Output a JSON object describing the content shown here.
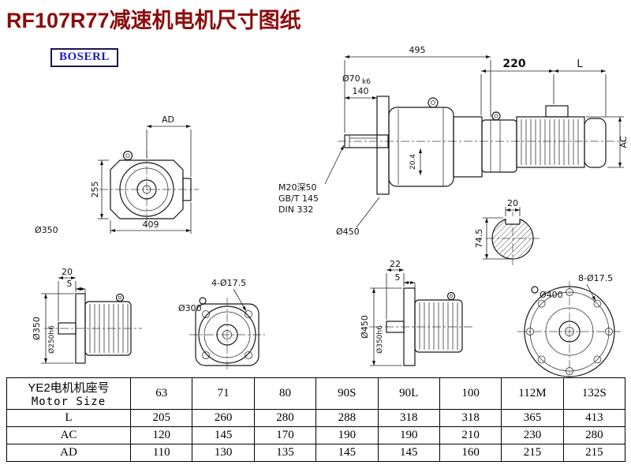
{
  "page": {
    "title": "RF107R77减速机电机尺寸图纸",
    "logo_text": "BOSERL",
    "colors": {
      "title": "#8b0d0d",
      "logo_text": "#1c1cc8",
      "logo_border": "#1d1453",
      "line": "#161616"
    }
  },
  "views": {
    "front_gearbox": {
      "dim_ad": "AD",
      "dim_height": "255",
      "dim_width": "409",
      "dim_dia": "Ø350"
    },
    "side_assembly": {
      "dim_total": "495",
      "dim_shaft_len": "140",
      "shaft_dia": "Ø70",
      "shaft_tol": "k6",
      "dim_220": "220",
      "dim_L": "L",
      "dim_AC": "AC",
      "dim_key": "20.4",
      "thread_note_1": "M20深50",
      "thread_note_2": "GB/T 145",
      "thread_note_3": "DIN 332",
      "dim_flange": "Ø450",
      "section_key_w": "20",
      "section_h": "74.5"
    },
    "flange_small_side": {
      "dim_20": "20",
      "dim_5": "5",
      "dia_outer": "Ø350",
      "dia_spigot": "Ø250h6"
    },
    "flange_small_front": {
      "holes": "4-Ø17.5",
      "dia": "Ø300"
    },
    "flange_large_side": {
      "dim_22": "22",
      "dim_5": "5",
      "dia_outer": "Ø450",
      "dia_spigot": "Ø350h6"
    },
    "flange_round_front": {
      "dia": "Ø400",
      "holes": "8-Ø17.5"
    }
  },
  "table": {
    "header_cn": "YE2电机机座号",
    "header_en": "Motor Size",
    "sizes": [
      "63",
      "71",
      "80",
      "90S",
      "90L",
      "100",
      "112M",
      "132S"
    ],
    "rows": [
      {
        "label": "L",
        "values": [
          "205",
          "260",
          "280",
          "288",
          "318",
          "318",
          "365",
          "413"
        ]
      },
      {
        "label": "AC",
        "values": [
          "120",
          "145",
          "170",
          "190",
          "190",
          "210",
          "230",
          "280"
        ]
      },
      {
        "label": "AD",
        "values": [
          "110",
          "130",
          "135",
          "145",
          "145",
          "160",
          "215",
          "215"
        ]
      }
    ]
  }
}
